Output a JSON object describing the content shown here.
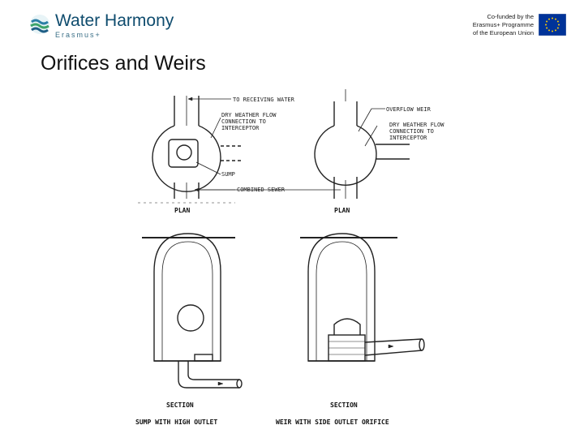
{
  "header": {
    "logo_name": "Water Harmony",
    "logo_sub": "Erasmus+",
    "eu_lines": [
      "Co-funded by the",
      "Erasmus+ Programme",
      "of the European Union"
    ]
  },
  "title": "Orifices and Weirs",
  "figure": {
    "labels": {
      "receiving_water": "TO RECEIVING WATER",
      "dwf_left": [
        "DRY WEATHER FLOW",
        "CONNECTION TO",
        "INTERCEPTOR"
      ],
      "sump": "SUMP",
      "combined_sewer": "COMBINED SEWER",
      "overflow_weir": "OVERFLOW WEIR",
      "dwf_right": [
        "DRY WEATHER FLOW",
        "CONNECTION TO",
        "INTERCEPTOR"
      ],
      "plan_left": "PLAN",
      "plan_right": "PLAN",
      "section_left": "SECTION",
      "section_right": "SECTION",
      "caption_left": "SUMP WITH HIGH OUTLET",
      "caption_right": "WEIR WITH SIDE OUTLET ORIFICE"
    }
  },
  "colors": {
    "logo_blue": "#0f4c6e",
    "eu_blue": "#003399",
    "eu_star": "#ffcc00"
  }
}
